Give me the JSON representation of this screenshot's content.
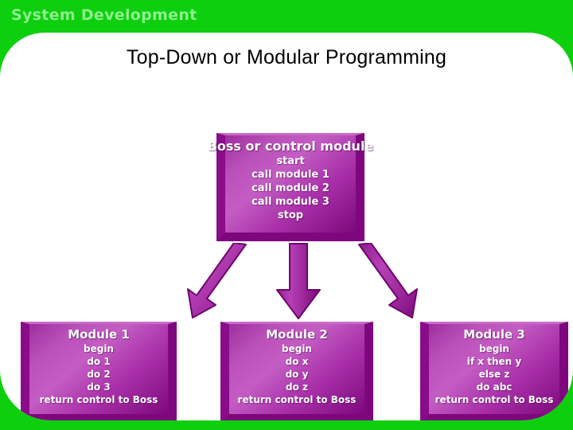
{
  "slide": {
    "banner_title": "System Development",
    "heading": "Top-Down or Modular Programming",
    "colors": {
      "background_green": "#0ECF0E",
      "banner_text_green": "#8DEF8D",
      "panel_white": "#FFFFFF",
      "heading_black": "#000000",
      "box_purple_light": "#C35CC3",
      "box_purple_dark": "#7C0A7C",
      "arrow_purple": "#A32CA3"
    }
  },
  "diagram": {
    "type": "hierarchy-flowchart",
    "boss": {
      "title": "Boss or control module",
      "lines": [
        "start",
        "call module 1",
        "call module 2",
        "call module 3",
        "stop"
      ]
    },
    "arrows": [
      {
        "name": "arrow-to-module-1",
        "direction": "down-left"
      },
      {
        "name": "arrow-to-module-2",
        "direction": "down"
      },
      {
        "name": "arrow-to-module-3",
        "direction": "down-right"
      }
    ],
    "modules": [
      {
        "title": "Module 1",
        "lines": [
          "begin",
          "do 1",
          "do 2",
          "do 3",
          "return control to Boss"
        ]
      },
      {
        "title": "Module 2",
        "lines": [
          "begin",
          "do x",
          "do y",
          "do z",
          "return control to Boss"
        ]
      },
      {
        "title": "Module 3",
        "lines": [
          "begin",
          "if x then y",
          "else z",
          "do abc",
          "return control to Boss"
        ]
      }
    ]
  }
}
